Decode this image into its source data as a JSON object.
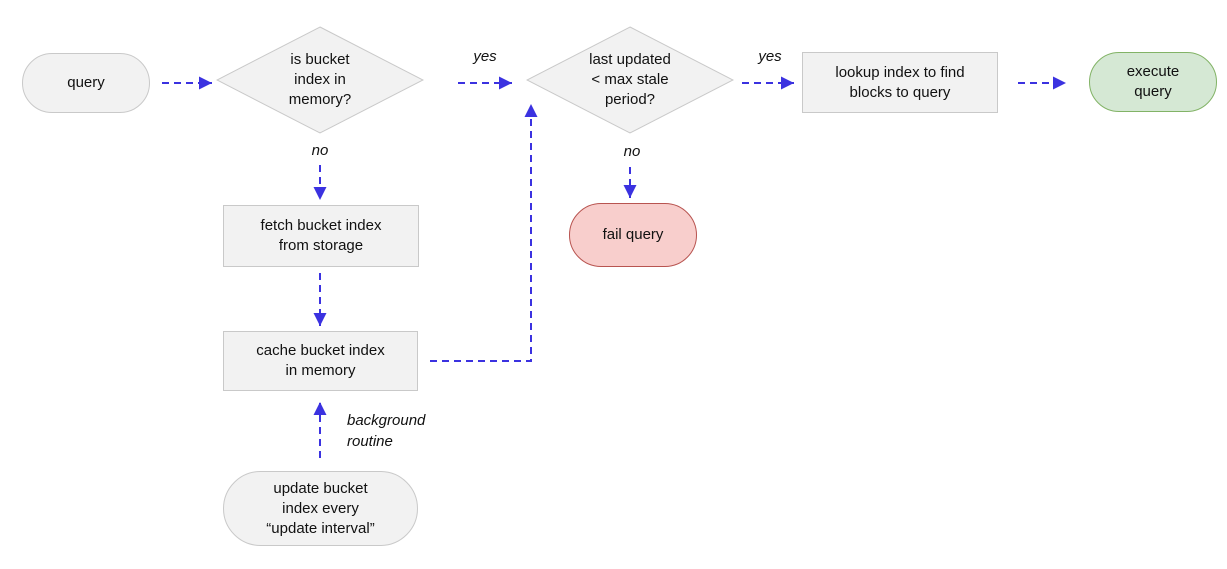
{
  "colors": {
    "arrow": "#3b32e0",
    "node_fill": "#f2f2f2",
    "node_border": "#c9c9c9",
    "success_fill": "#d5e8d4",
    "success_border": "#82b366",
    "fail_fill": "#f8cecc",
    "fail_border": "#b85450",
    "text": "#111111",
    "bg": "#ffffff"
  },
  "nodes": {
    "query": {
      "label": "query"
    },
    "check_memory": {
      "label": "is bucket\nindex in\nmemory?"
    },
    "check_stale": {
      "label": "last updated\n< max stale\nperiod?"
    },
    "lookup": {
      "label": "lookup index to find\nblocks to query"
    },
    "execute": {
      "label": "execute\nquery"
    },
    "fetch": {
      "label": "fetch bucket index\nfrom storage"
    },
    "cache": {
      "label": "cache bucket index\nin memory"
    },
    "fail": {
      "label": "fail query"
    },
    "update": {
      "label": "update bucket\nindex every\n“update interval”"
    }
  },
  "edge_labels": {
    "yes_memory": {
      "label": "yes"
    },
    "yes_stale": {
      "label": "yes"
    },
    "no_memory": {
      "label": "no"
    },
    "no_stale": {
      "label": "no"
    },
    "background_routine": {
      "label": "background\nroutine"
    }
  }
}
